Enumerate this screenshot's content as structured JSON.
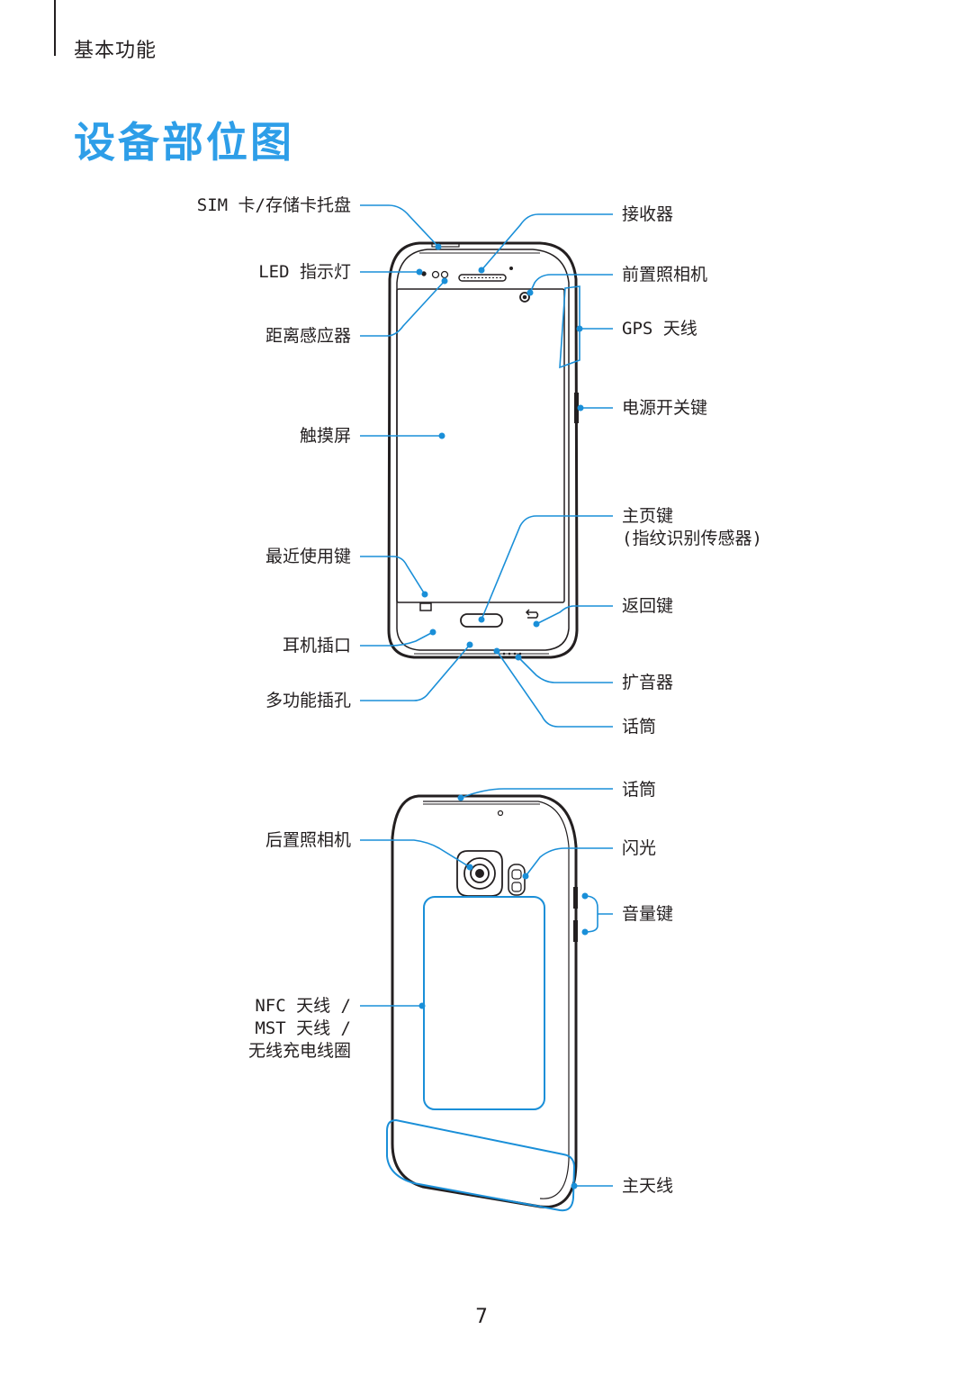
{
  "header": {
    "section_title": "基本功能",
    "page_title": "设备部位图"
  },
  "front_labels": {
    "sim_tray": "SIM 卡/存储卡托盘",
    "led": "LED 指示灯",
    "proximity": "距离感应器",
    "touchscreen": "触摸屏",
    "recent_apps": "最近使用键",
    "earphone_jack": "耳机插口",
    "multipurpose_jack": "多功能插孔",
    "earpiece": "接收器",
    "front_camera": "前置照相机",
    "gps_antenna": "GPS 天线",
    "power_key": "电源开关键",
    "home_key_line1": "主页键",
    "home_key_line2": "(指纹识别传感器)",
    "back_key": "返回键",
    "speaker": "扩音器",
    "microphone_bottom": "话筒"
  },
  "back_labels": {
    "microphone_top": "话筒",
    "rear_camera": "后置照相机",
    "flash": "闪光",
    "volume_key": "音量键",
    "nfc_line1": "NFC 天线 /",
    "nfc_line2": "MST 天线 /",
    "nfc_line3": "无线充电线圈",
    "main_antenna": "主天线"
  },
  "footer": {
    "page_number": "7"
  },
  "colors": {
    "accent": "#2e9ee8",
    "callout": "#1a8fd8",
    "ink": "#231f20"
  }
}
